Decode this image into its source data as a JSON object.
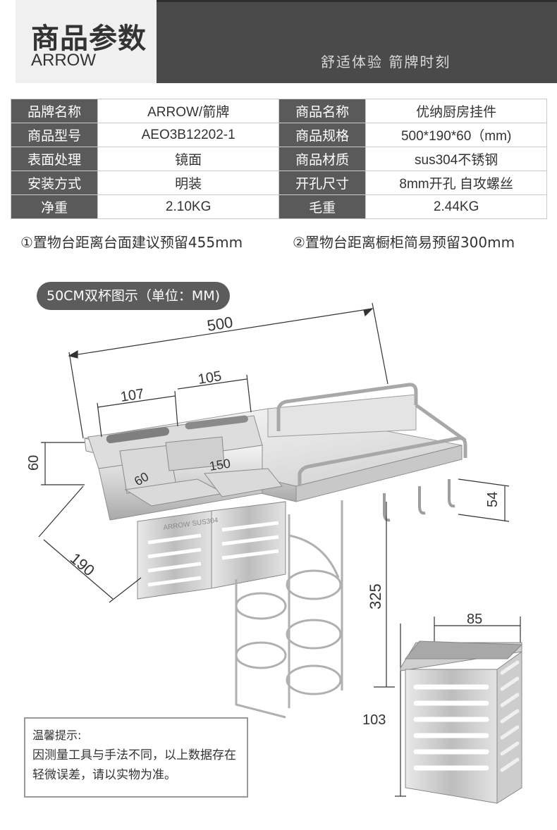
{
  "header": {
    "title": "商品参数",
    "brand": "ARROW",
    "slogan": "舒适体验  箭牌时刻"
  },
  "spec_rows": [
    {
      "k1": "品牌名称",
      "v1": "ARROW/箭牌",
      "k2": "商品名称",
      "v2": "优纳厨房挂件"
    },
    {
      "k1": "商品型号",
      "v1": "AEO3B12202-1",
      "k2": "商品规格",
      "v2": "500*190*60（mm)"
    },
    {
      "k1": "表面处理",
      "v1": "镜面",
      "k2": "商品材质",
      "v2": "sus304不锈钢"
    },
    {
      "k1": "安装方式",
      "v1": "明装",
      "k2": "开孔尺寸",
      "v2": "8mm开孔 自攻螺丝"
    },
    {
      "k1": "净重",
      "v1": "2.10KG",
      "k2": "毛重",
      "v2": "2.44KG"
    }
  ],
  "notes": {
    "note1": "①置物台距离台面建议预留455mm",
    "note2": "②置物台距离橱柜简易预留300mm"
  },
  "diagram": {
    "label": "50CM双杯图示（单位：MM)",
    "dim_500": "500",
    "dim_107": "107",
    "dim_105": "105",
    "dim_60_h": "60",
    "dim_60_cup": "60",
    "dim_150": "150",
    "dim_54": "54",
    "dim_190": "190",
    "dim_325": "325",
    "dim_85": "85",
    "dim_103": "103",
    "cup_brand": "ARROW  SUS304"
  },
  "warm_tip": {
    "title": "温馨提示:",
    "text": "因测量工具与手法不同，以上数据存在轻微误差，请以实物为准。"
  }
}
